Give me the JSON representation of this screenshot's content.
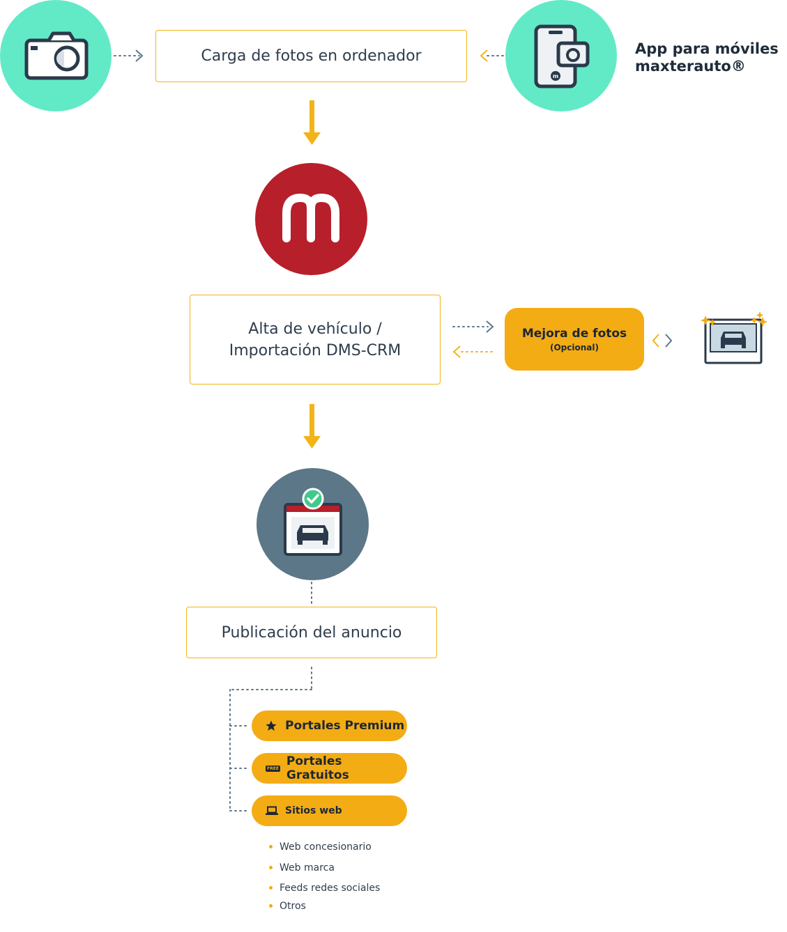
{
  "top": {
    "upload_box": "Carga de fotos en ordenador",
    "app_title_line1": "App para móviles",
    "app_title_line2": "maxterauto®"
  },
  "middle": {
    "alta_line1": "Alta de vehículo /",
    "alta_line2": "Importación DMS-CRM",
    "mejora_title": "Mejora de fotos",
    "mejora_sub": "(Opcional)"
  },
  "publish": {
    "box": "Publicación del anuncio",
    "channels": [
      {
        "label": "Portales Premium",
        "icon": "star-icon"
      },
      {
        "label": "Portales Gratuitos",
        "icon": "free-badge-icon",
        "badge": "FREE"
      },
      {
        "label": "Sitios web",
        "icon": "laptop-icon"
      }
    ],
    "web_items": [
      "Web concesionario",
      "Web marca",
      "Feeds redes sociales",
      "Otros"
    ]
  },
  "colors": {
    "teal": "#62eac7",
    "brand_red": "#b71f2a",
    "accent_orange": "#f4ac14",
    "slate": "#5c7788",
    "dark": "#2b3a4a"
  }
}
